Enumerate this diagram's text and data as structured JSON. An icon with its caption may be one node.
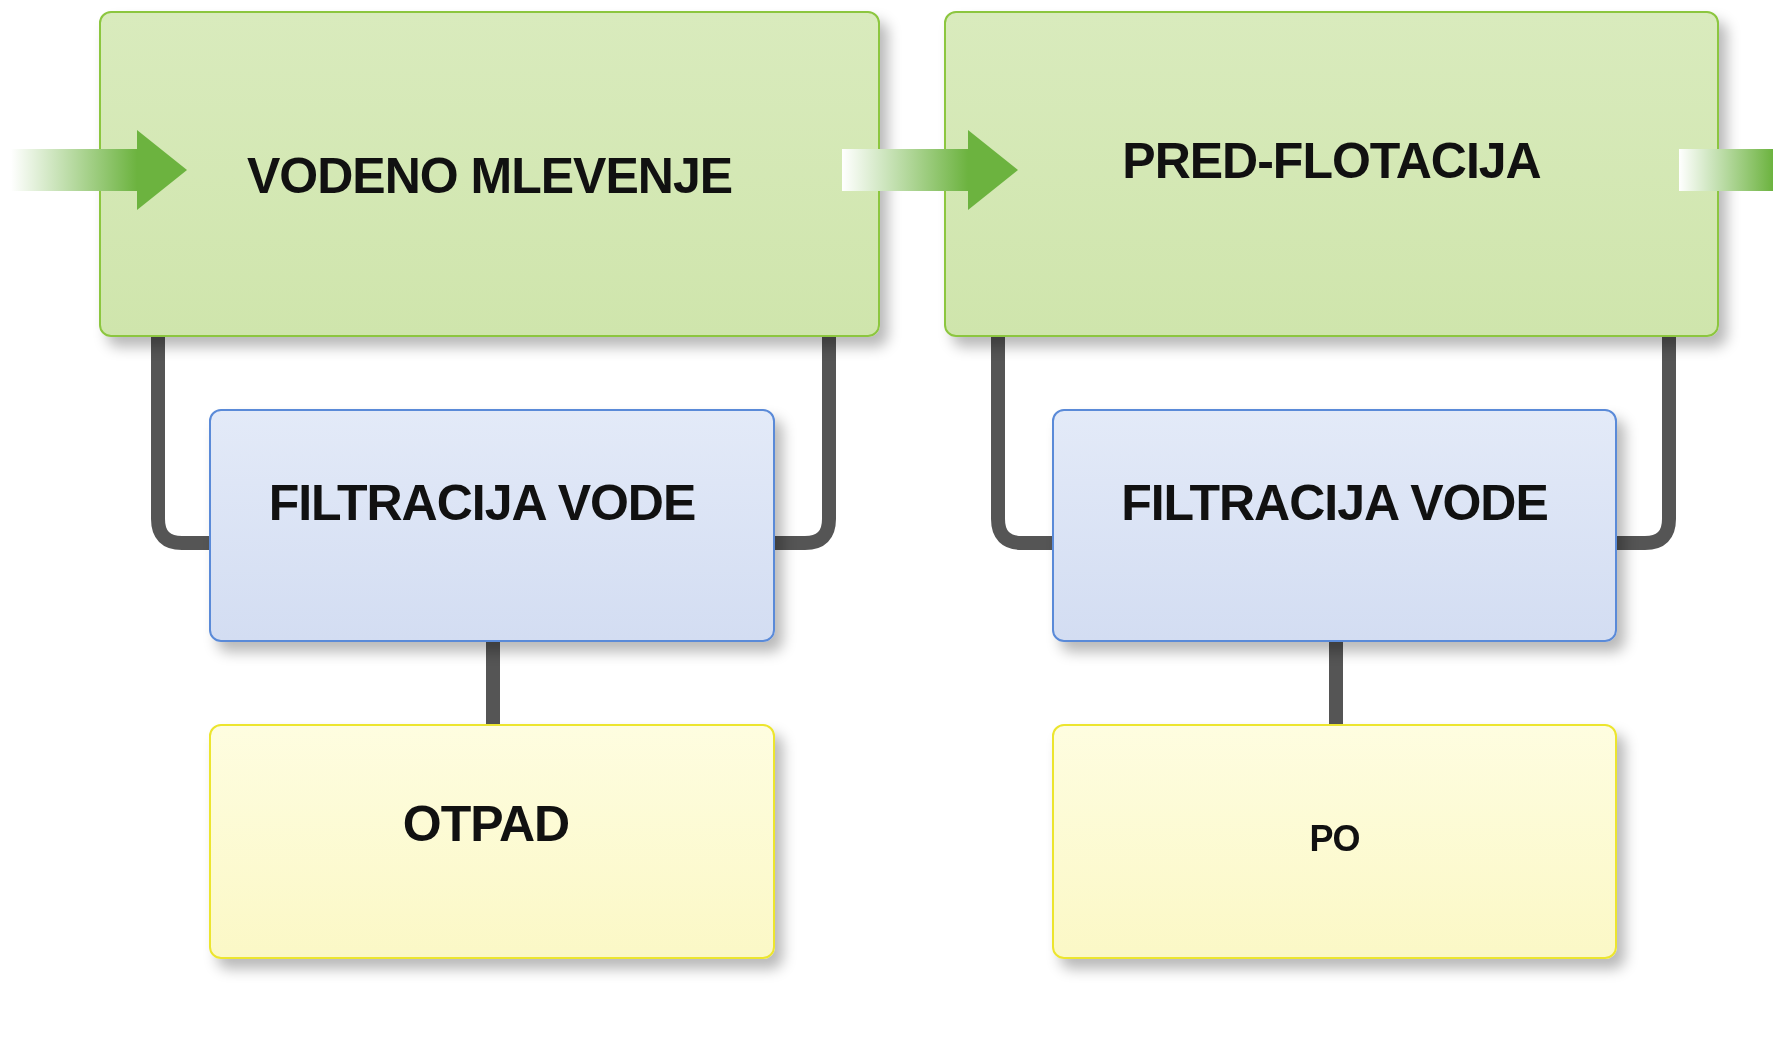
{
  "diagram": {
    "nodes": [
      {
        "text": [
          "VODENO MLEVENJE"
        ]
      },
      {
        "text": [
          "PRED-FLOTACIJA"
        ]
      },
      {
        "text": [
          "FILTRACIJA VODE"
        ]
      },
      {
        "text": [
          "OTPAD"
        ]
      },
      {
        "text": [
          "FILTRACIJA VODE"
        ]
      },
      {
        "text": [
          "PO"
        ]
      }
    ],
    "edges": [
      {
        "from": null,
        "to": 0,
        "arrow": "to",
        "style": "thick",
        "color": "#6cb33f"
      },
      {
        "from": 0,
        "to": 1,
        "arrow": "to",
        "style": "thick",
        "color": "#6cb33f"
      },
      {
        "from": 1,
        "to": null,
        "arrow": "none",
        "style": "thick",
        "color": "#6cb33f"
      },
      {
        "from": 0,
        "to": 2,
        "arrow": "none"
      },
      {
        "from": 2,
        "to": 0,
        "arrow": "none"
      },
      {
        "from": 2,
        "to": 3,
        "arrow": "none"
      },
      {
        "from": 1,
        "to": 4,
        "arrow": "none"
      },
      {
        "from": 4,
        "to": 1,
        "arrow": "none"
      },
      {
        "from": 4,
        "to": 5,
        "arrow": "none"
      }
    ]
  }
}
